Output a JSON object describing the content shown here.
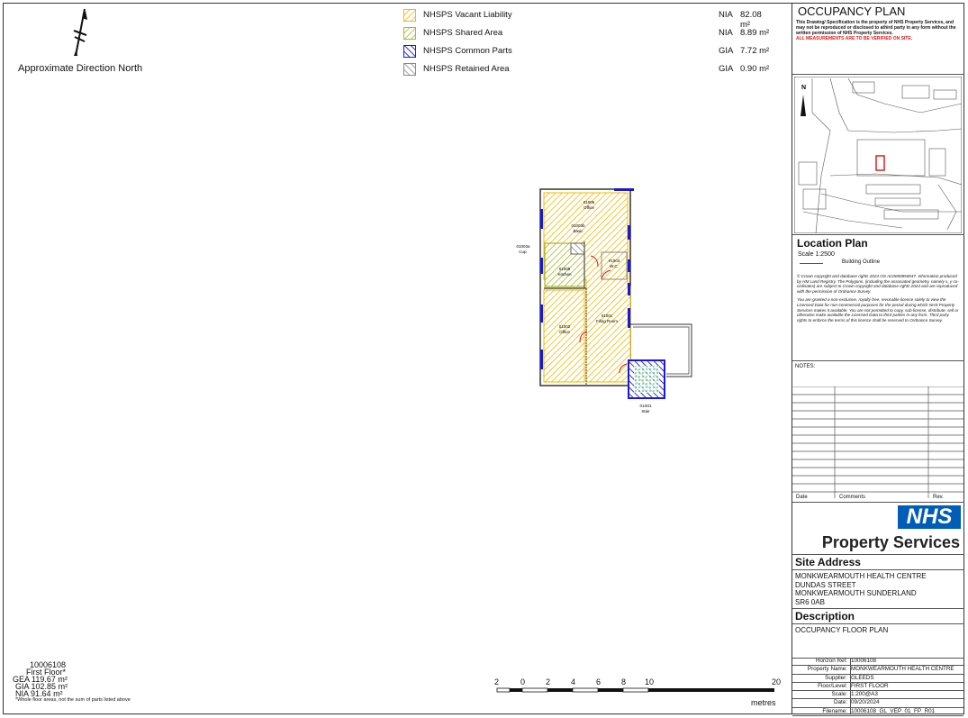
{
  "north": {
    "label": "Approximate Direction North"
  },
  "legend": [
    {
      "label": "NHSPS Vacant Liability",
      "type": "NIA",
      "area": "82.08 m²",
      "color": "#f5b800",
      "pattern": "vacant"
    },
    {
      "label": "NHSPS Shared Area",
      "type": "NIA",
      "area": "8.89 m²",
      "color": "#a8b820",
      "pattern": "shared"
    },
    {
      "label": "NHSPS Common Parts",
      "type": "GIA",
      "area": "7.72 m²",
      "color": "#1a1ad6",
      "pattern": "common"
    },
    {
      "label": "NHSPS Retained Area",
      "type": "GIA",
      "area": "0.90 m²",
      "color": "#888888",
      "pattern": "retained"
    }
  ],
  "rooms": [
    {
      "code": "01006",
      "name": "Office"
    },
    {
      "code": "01003b",
      "name": "Basic"
    },
    {
      "code": "01003a",
      "name": "Cup."
    },
    {
      "code": "01005",
      "name": "Kitchen"
    },
    {
      "code": "01003",
      "name": "W.C."
    },
    {
      "code": "01001",
      "name": "Filing Room"
    },
    {
      "code": "01002",
      "name": "Office"
    },
    {
      "code": "01S01",
      "name": "Stair"
    }
  ],
  "scale_bar": {
    "ticks": [
      "2",
      "0",
      "2",
      "4",
      "6",
      "8",
      "10",
      "20"
    ],
    "unit": "metres"
  },
  "summary": {
    "ref": "10006108",
    "floor": "First Floor*",
    "gea_label": "GEA",
    "gea": "119.67",
    "gia_label": "GIA",
    "gia": "102.85",
    "nia_label": "NIA",
    "nia": "91.64",
    "unit": "m²",
    "note": "*Whole floor areas, not the sum of parts listed above"
  },
  "sidebar": {
    "title": "OCCUPANCY PLAN",
    "copyright": "This Drawing/ Specification is the property of NHS Property Services, and may not be reproduced or disclosed to athird party in any form without the written permission of NHS Property Services.",
    "warning": "ALL MEASUREMENTS ARE TO BE VERIFIED ON SITE.",
    "map_north": "N",
    "location_title": "Location Plan",
    "location_scale": "Scale 1:2500",
    "building_outline": "Building Outline",
    "crown_text": "© Crown copyright and database rights 2024 OS AC0000850047. Information produced by HM Land Registry. The Polygons, (including the associated geometry, namely x, y co-ordinates) are subject to Crown copyright and database rights 2024 and are reproduced with the permission of Ordnance Survey.",
    "licence_text": "You are granted a non-exclusive, royalty free, revocable licence solely to view the Licensed Data for non-commercial purposes for the period during which NHS Property Services makes it available. You are not permitted to copy, sub-license, distribute, sell or otherwise make available the Licensed Data to third parties in any form. Third party rights to enforce the terms of this licence shall be reserved to Ordnance Survey.",
    "notes_label": "NOTES:",
    "notes_cols": [
      "Date",
      "Comments",
      "Rev."
    ],
    "nhs_logo": "NHS",
    "nhs_sub": "Property Services",
    "site_address_title": "Site Address",
    "address": [
      "MONKWEARMOUTH HEALTH CENTRE",
      "DUNDAS STREET",
      "MONKWEARMOUTH SUNDERLAND",
      "SR6 0AB"
    ],
    "description_title": "Description",
    "description": "OCCUPANCY FLOOR PLAN",
    "info": [
      {
        "k": "Horizon Ref:",
        "v": "10006108"
      },
      {
        "k": "Property Name:",
        "v": "MONKWEARMOUTH HEALTH CENTRE"
      },
      {
        "k": "Supplier:",
        "v": "GLEEDS"
      },
      {
        "k": "Floor/Level:",
        "v": "FIRST FLOOR"
      },
      {
        "k": "Scale:",
        "v": "1:200@A3"
      },
      {
        "k": "Date:",
        "v": "09/20/2024"
      },
      {
        "k": "Filename:",
        "v": "10006108_GL_VEP_01_FP_R01"
      }
    ]
  }
}
